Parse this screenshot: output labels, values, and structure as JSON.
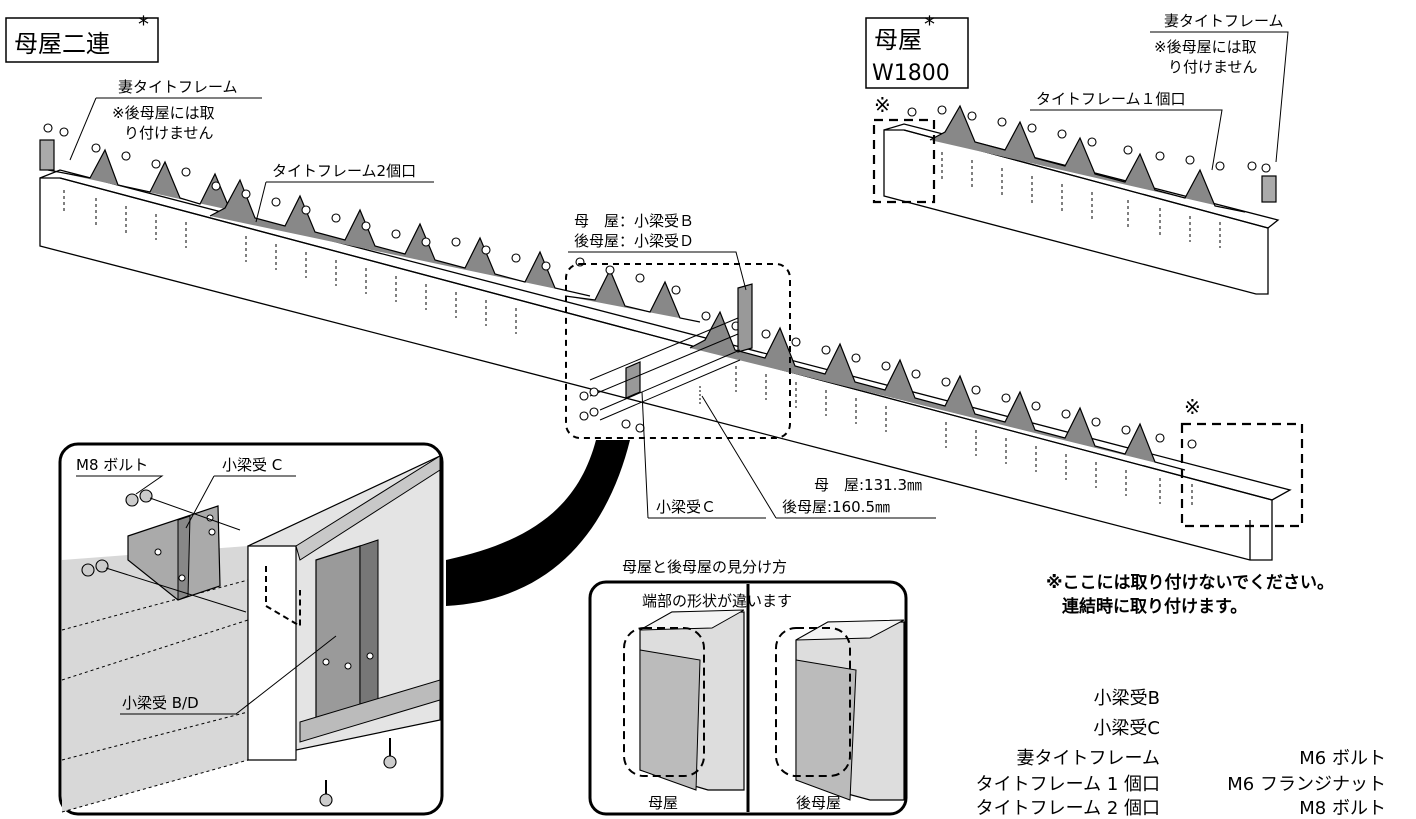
{
  "titles": {
    "double_purlin": "母屋二連",
    "double_purlin_mark": "*",
    "single_purlin": "母屋",
    "single_purlin_mark": "*",
    "single_purlin_width": "W1800"
  },
  "labels": {
    "end_tie_frame": "妻タイトフレーム",
    "no_rear_purlin_1": "※後母屋には取",
    "no_rear_purlin_2": "り付けません",
    "tie_frame_2": "タイトフレーム2個口",
    "tie_frame_1": "タイトフレーム１個口",
    "purlin_beam_b": "母　屋：小梁受Ｂ",
    "rear_purlin_beam_d": "後母屋：小梁受Ｄ",
    "beam_c": "小梁受Ｃ",
    "dim_purlin": "母　屋:131.3㎜",
    "dim_rear_purlin": "後母屋:160.5㎜",
    "m8_bolt": "M8 ボルト",
    "beam_c_detail": "小梁受 C",
    "beam_bd": "小梁受 B/D",
    "asterisk_mark": "※",
    "note_line1": "※ここには取り付けないでください。",
    "note_line2": "連結時に取り付けます。",
    "identify_title": "母屋と後母屋の見分け方",
    "identify_sub": "端部の形状が違います",
    "purlin": "母屋",
    "rear_purlin": "後母屋"
  },
  "parts_left": [
    "小梁受B",
    "小梁受C",
    "妻タイトフレーム",
    "タイトフレーム 1 個口",
    "タイトフレーム 2 個口"
  ],
  "parts_right": [
    "M6 ボルト",
    "M6 フランジナット",
    "M8 ボルト"
  ],
  "icons": {
    "bolt": "bolt-icon",
    "nut": "flange-nut-icon"
  }
}
